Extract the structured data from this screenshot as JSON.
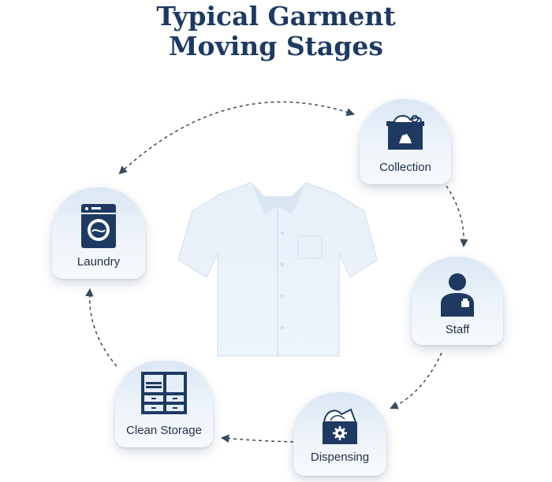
{
  "title": {
    "line1": "Typical Garment",
    "line2": "Moving Stages"
  },
  "stages": {
    "collection": {
      "label": "Collection",
      "icon": "collection-bin-icon"
    },
    "staff": {
      "label": "Staff",
      "icon": "staff-person-icon"
    },
    "dispensing": {
      "label": "Dispensing",
      "icon": "dispensing-box-icon"
    },
    "clean_storage": {
      "label": "Clean Storage",
      "icon": "storage-shelf-icon"
    },
    "laundry": {
      "label": "Laundry",
      "icon": "washing-machine-icon"
    }
  },
  "center_image": {
    "icon": "shirt-icon"
  },
  "colors": {
    "navy": "#1e3a63",
    "card_top": "#dbe7f4",
    "card_bottom": "#f7fafd",
    "shirt": "#e3edf8",
    "arrow": "#3a4a5e"
  }
}
